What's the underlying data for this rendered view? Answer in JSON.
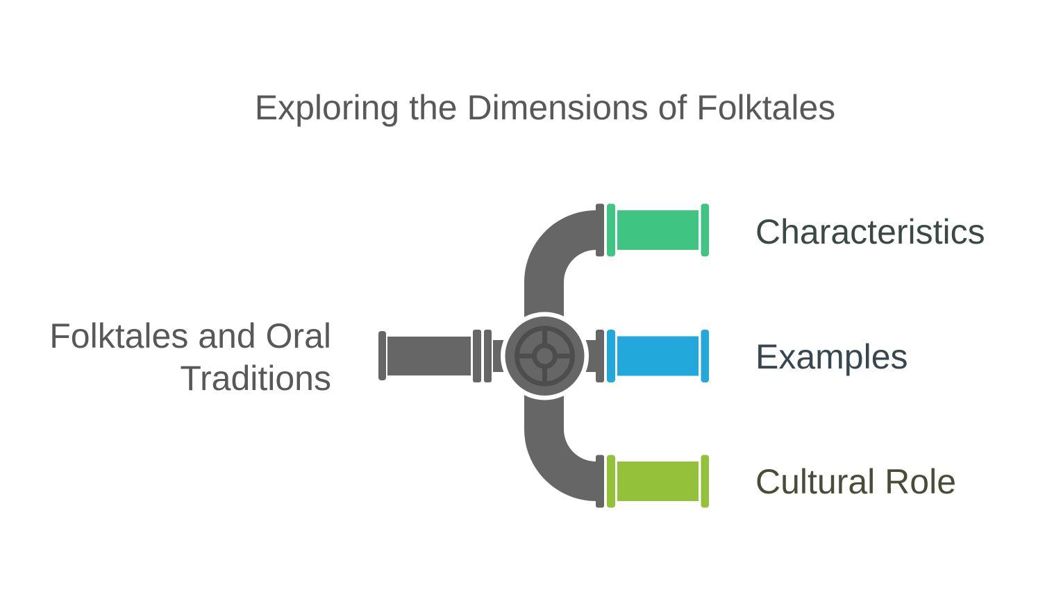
{
  "title": "Exploring the Dimensions of Folktales",
  "root_label": {
    "line1": "Folktales and Oral",
    "line2": "Traditions"
  },
  "branches": [
    {
      "label": "Characteristics",
      "pipe_color": "#3fc481",
      "label_color": "#3a4a42"
    },
    {
      "label": "Examples",
      "pipe_color": "#22a8da",
      "label_color": "#37474f"
    },
    {
      "label": "Cultural Role",
      "pipe_color": "#94c13a",
      "label_color": "#4a4c38"
    }
  ],
  "colors": {
    "pipe_gray": "#666666",
    "valve_detail": "#4d4d4d",
    "valve_ring": "#ffffff",
    "title_text": "#58585a",
    "background": "#ffffff"
  }
}
